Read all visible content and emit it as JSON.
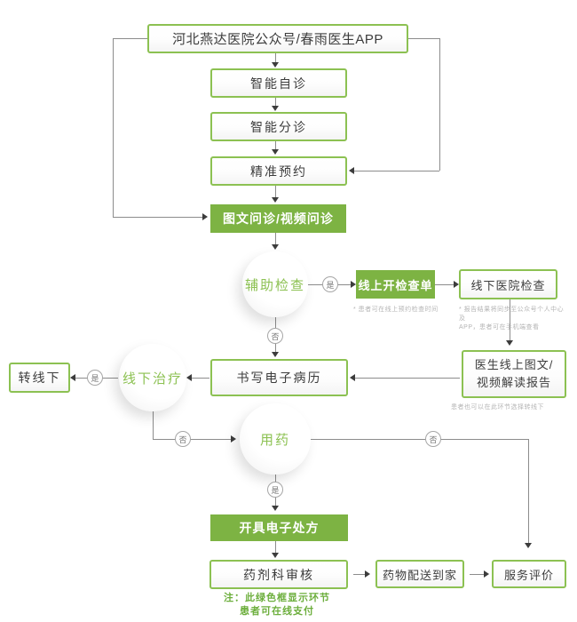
{
  "colors": {
    "accent_green_fill": "#7db343",
    "accent_green_border": "#8cc152",
    "connector_gray": "#8c8c8c",
    "note_gray": "#b5b5b5",
    "legend_green": "#6cae3c",
    "text_dark": "#3c3c3c"
  },
  "nodes": {
    "entry": "河北燕达医院公众号/春雨医生APP",
    "smart_self_diagnosis": "智能自诊",
    "smart_triage": "智能分诊",
    "precise_appointment": "精准预约",
    "online_consult": "图文问诊/视频问诊",
    "auxiliary_exam": "辅助检查",
    "online_exam_order": "线上开检查单",
    "offline_hospital_exam": "线下医院检查",
    "doctor_report_reading": "医生线上图文/视频解读报告",
    "write_emr": "书写电子病历",
    "offline_treatment": "线下治疗",
    "transfer_offline": "转线下",
    "medication": "用药",
    "issue_e_prescription": "开具电子处方",
    "pharmacy_review": "药剂科审核",
    "drug_delivery_home": "药物配送到家",
    "service_evaluation": "服务评价"
  },
  "decision_labels": {
    "yes": "是",
    "no": "否"
  },
  "notes": {
    "online_order_note": "* 患者可在线上预约检查时间",
    "offline_exam_note": "* 报告结果将同步至公众号个人中心及\n APP，患者可在手机端查看",
    "report_reading_note": "患者也可以在此环节选择转线下",
    "legend": "注：此绿色框显示环节\n患者可在线支付"
  }
}
